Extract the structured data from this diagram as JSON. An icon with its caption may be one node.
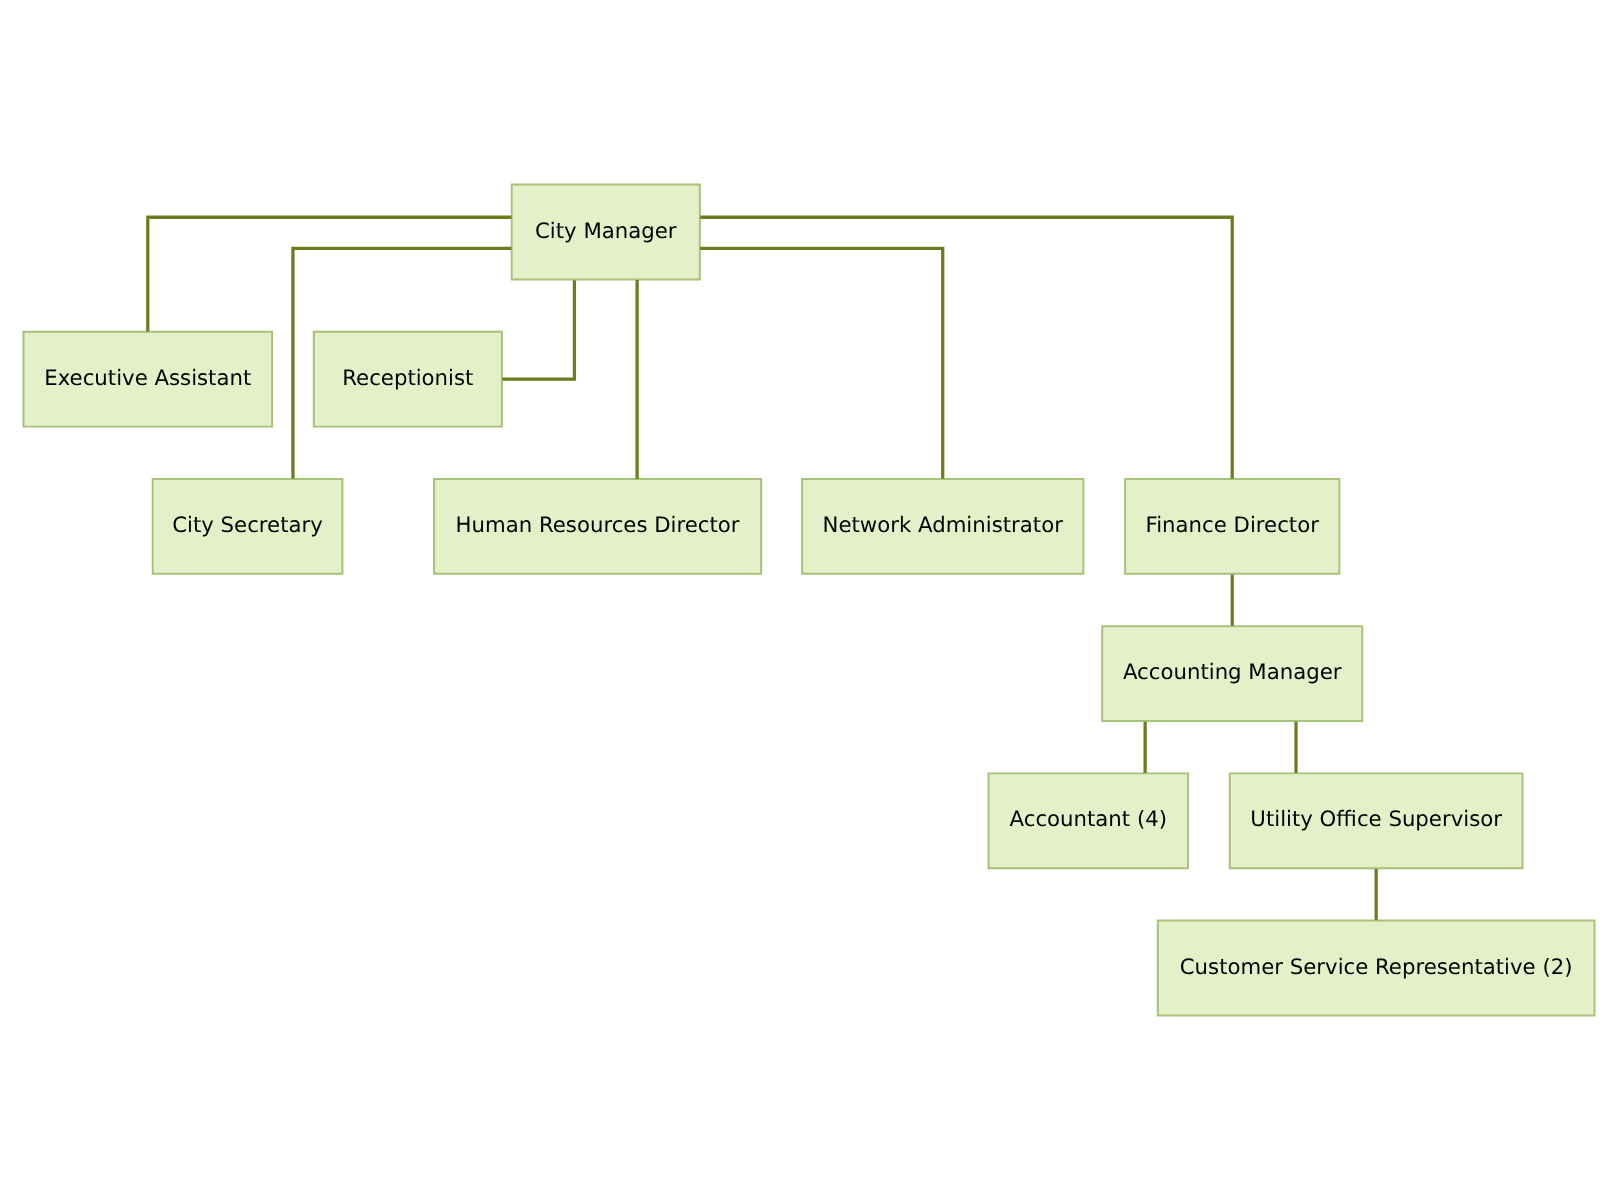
{
  "diagram": {
    "nodes": [
      {
        "text": [
          "City Manager"
        ]
      },
      {
        "text": [
          "Executive Assistant"
        ]
      },
      {
        "text": [
          "Receptionist"
        ]
      },
      {
        "text": [
          "City Secretary"
        ]
      },
      {
        "text": [
          "Human Resources Director"
        ]
      },
      {
        "text": [
          "Network Administrator"
        ]
      },
      {
        "text": [
          "Finance Director"
        ]
      },
      {
        "text": [
          "Accounting Manager"
        ]
      },
      {
        "text": [
          "Accountant (4)"
        ]
      },
      {
        "text": [
          "Utility Office Supervisor"
        ]
      },
      {
        "text": [
          "Customer Service Representative (2)"
        ]
      }
    ],
    "edges": [
      {
        "from": 0,
        "to": 1,
        "arrow": "none"
      },
      {
        "from": 0,
        "to": 2,
        "arrow": "none"
      },
      {
        "from": 0,
        "to": 3,
        "arrow": "none"
      },
      {
        "from": 0,
        "to": 4,
        "arrow": "none"
      },
      {
        "from": 0,
        "to": 5,
        "arrow": "none"
      },
      {
        "from": 0,
        "to": 6,
        "arrow": "none"
      },
      {
        "from": 6,
        "to": 7,
        "arrow": "none"
      },
      {
        "from": 7,
        "to": 8,
        "arrow": "none"
      },
      {
        "from": 7,
        "to": 9,
        "arrow": "none"
      },
      {
        "from": 9,
        "to": 10,
        "arrow": "none"
      }
    ]
  }
}
